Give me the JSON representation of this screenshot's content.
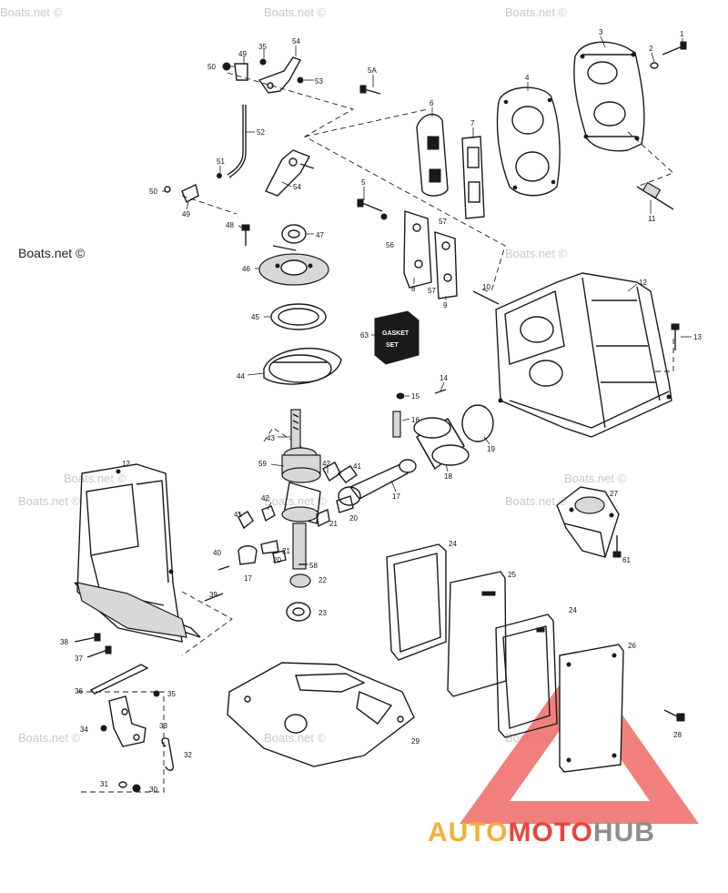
{
  "watermarks": {
    "faint": [
      "Boats.net ©",
      "Boats.net ©",
      "Boats.net ©",
      "Boats.net ©",
      "Boats.net ©",
      "Boats.net ©",
      "Boats.net ©",
      "Boats.net ©",
      "Boats.net ©",
      "Boats.net ©",
      "Boats.net ©",
      "Boats.net ©"
    ],
    "dark": "Boats.net ©"
  },
  "logo": {
    "part1": "AUTO",
    "part2": "MOTO",
    "part3": "HUB",
    "colors": {
      "auto": "#f3b03a",
      "moto": "#e9443a",
      "hub": "#8e8e8e",
      "triangle": "#ef6a66"
    }
  },
  "parts_box_label": [
    "GASKET",
    "SET"
  ],
  "callouts": {
    "c1": "1",
    "c2": "2",
    "c3": "3",
    "c4": "4",
    "c5": "5",
    "c5a": "5A",
    "c6": "6",
    "c7": "7",
    "c8": "8",
    "c9": "9",
    "c10": "10",
    "c11": "11",
    "c12a": "12",
    "c12b": "12",
    "c13": "13",
    "c14": "14",
    "c15": "15",
    "c16": "16",
    "c17a": "17",
    "c17b": "17",
    "c18": "18",
    "c19": "19",
    "c20a": "20",
    "c20b": "20",
    "c21a": "21",
    "c21b": "21",
    "c22": "22",
    "c23": "23",
    "c24a": "24",
    "c24b": "24",
    "c25": "25",
    "c26": "26",
    "c27": "27",
    "c28": "28",
    "c29": "29",
    "c30": "30",
    "c31": "31",
    "c32": "32",
    "c33": "33",
    "c34": "34",
    "c35a": "35",
    "c35b": "35",
    "c36": "36",
    "c37": "37",
    "c38": "38",
    "c39": "39",
    "c40": "40",
    "c41a": "41",
    "c41b": "41",
    "c42a": "42",
    "c42b": "42",
    "c43": "43",
    "c44": "44",
    "c45": "45",
    "c46": "46",
    "c47": "47",
    "c48": "48",
    "c49a": "49",
    "c49b": "49",
    "c50a": "50",
    "c50b": "50",
    "c51": "51",
    "c52": "52",
    "c53": "53",
    "c54a": "54",
    "c54b": "54",
    "c56": "56",
    "c57a": "57",
    "c57b": "57",
    "c58": "58",
    "c59": "59",
    "c61": "61",
    "c63": "63"
  }
}
